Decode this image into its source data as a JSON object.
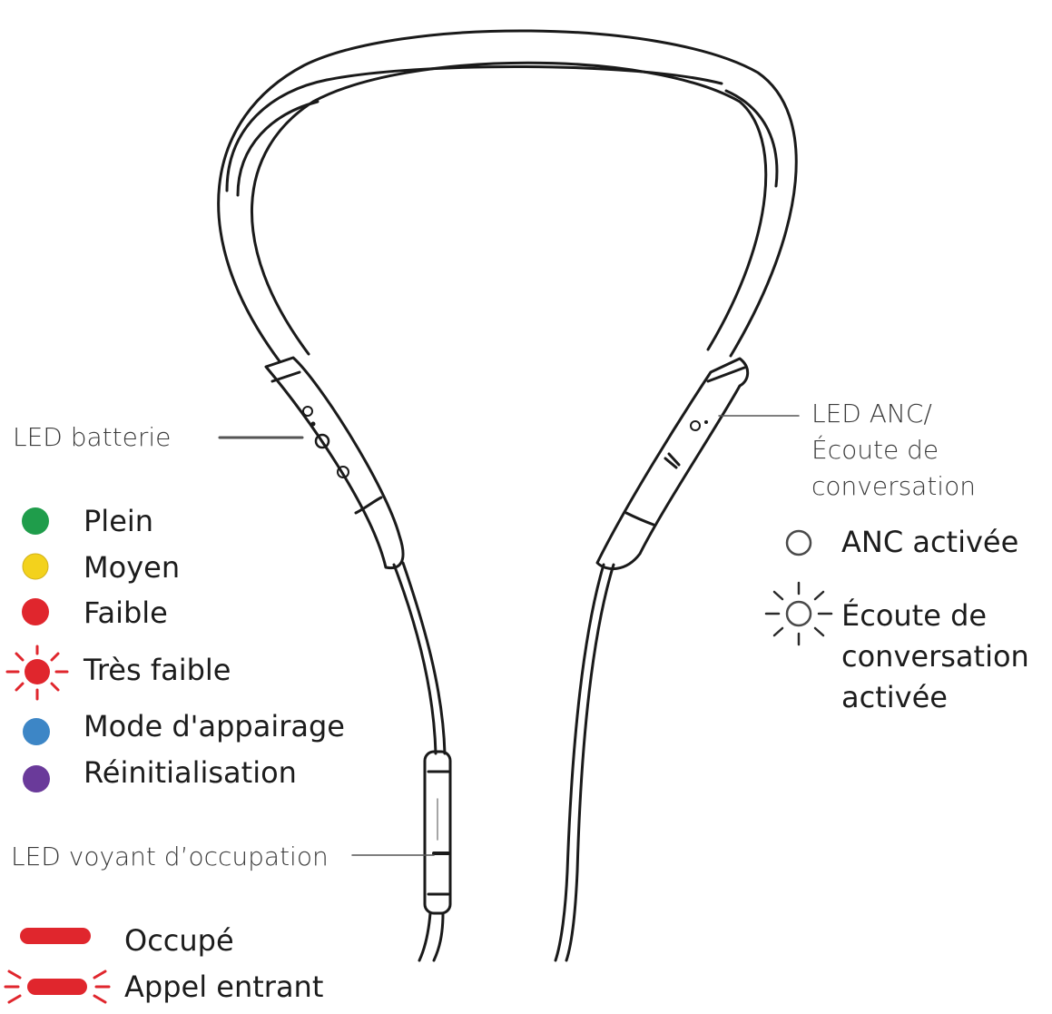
{
  "callouts": {
    "battery_led": "LED batterie",
    "anc_led": [
      "LED ANC/",
      "Écoute de",
      "conversation"
    ],
    "busy_led": "LED voyant d’occupation"
  },
  "battery_legend": [
    {
      "label": "Plein",
      "color": "#1f9d4b",
      "icon": "green-dot-icon"
    },
    {
      "label": "Moyen",
      "color": "#f3d21c",
      "icon": "yellow-dot-icon"
    },
    {
      "label": "Faible",
      "color": "#e0262d",
      "icon": "red-dot-icon"
    },
    {
      "label": "Très faible",
      "color": "#e0262d",
      "icon": "red-flashing-dot-icon"
    },
    {
      "label": "Mode d'appairage",
      "color": "#3d86c6",
      "icon": "blue-dot-icon"
    },
    {
      "label": "Réinitialisation",
      "color": "#6a3a9a",
      "icon": "purple-dot-icon"
    }
  ],
  "anc_legend": [
    {
      "label": "ANC activée",
      "icon": "hollow-circle-icon"
    },
    {
      "label_lines": [
        "Écoute de",
        "conversation",
        "activée"
      ],
      "icon": "flashing-hollow-circle-icon"
    }
  ],
  "busy_legend": [
    {
      "label": "Occupé",
      "color": "#e0262d",
      "icon": "red-bar-icon"
    },
    {
      "label": "Appel entrant",
      "color": "#e0262d",
      "icon": "red-flashing-bar-icon"
    }
  ]
}
